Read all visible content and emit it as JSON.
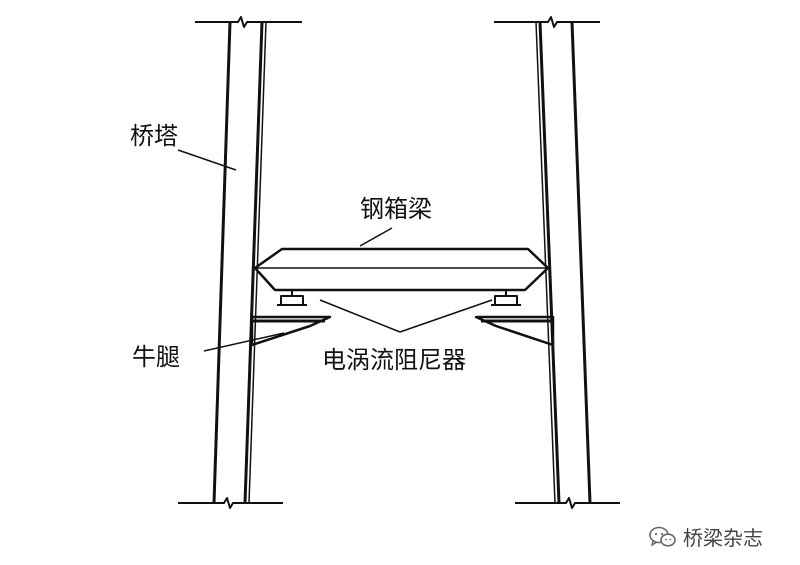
{
  "labels": {
    "tower": "桥塔",
    "steel_box_girder": "钢箱梁",
    "corbel": "牛腿",
    "eddy_current_damper": "电涡流阻尼器"
  },
  "watermark": {
    "text": "桥梁杂志",
    "icon": "wechat-logo"
  },
  "colors": {
    "line": "#111111",
    "background": "#ffffff"
  }
}
